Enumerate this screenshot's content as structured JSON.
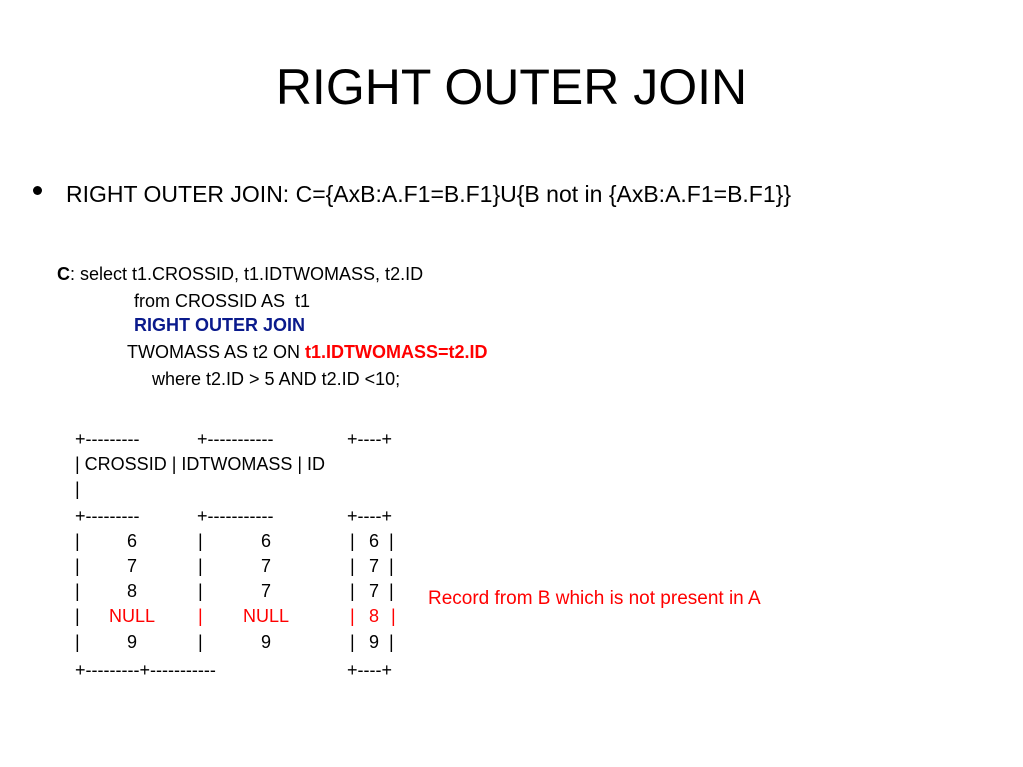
{
  "slide": {
    "title": "RIGHT OUTER JOIN",
    "bullet": "RIGHT OUTER JOIN: C={AxB:A.F1=B.F1}U{B not in {AxB:A.F1=B.F1}}"
  },
  "query": {
    "label": "C",
    "line1": ": select t1.CROSSID, t1.IDTWOMASS, t2.ID",
    "line2": "from CROSSID AS  t1",
    "line3": "RIGHT OUTER JOIN",
    "line4_prefix": "TWOMASS AS t2 ON ",
    "line4_condition": "t1.IDTWOMASS=t2.ID",
    "line5": "where t2.ID > 5 AND t2.ID <10;"
  },
  "result": {
    "border_top": [
      "+---------",
      "+-----------",
      "+----+"
    ],
    "header_line": "| CROSSID | IDTWOMASS | ID",
    "header_tail": "|",
    "border_mid": [
      "+---------",
      "+-----------",
      "+----+"
    ],
    "rows": [
      {
        "crossid": "6",
        "idtwomass": "6",
        "id": "6",
        "highlight": false
      },
      {
        "crossid": "7",
        "idtwomass": "7",
        "id": "7",
        "highlight": false
      },
      {
        "crossid": "8",
        "idtwomass": "7",
        "id": "7",
        "highlight": false
      },
      {
        "crossid": "NULL",
        "idtwomass": "NULL",
        "id": "8",
        "highlight": true
      },
      {
        "crossid": "9",
        "idtwomass": "9",
        "id": "9",
        "highlight": false
      }
    ],
    "border_bottom": [
      "+---------+-----------",
      "+----+"
    ]
  },
  "annotation": "Record from B which is not present in A",
  "colors": {
    "keyword": "#0a1a8c",
    "highlight": "#ff0000"
  }
}
